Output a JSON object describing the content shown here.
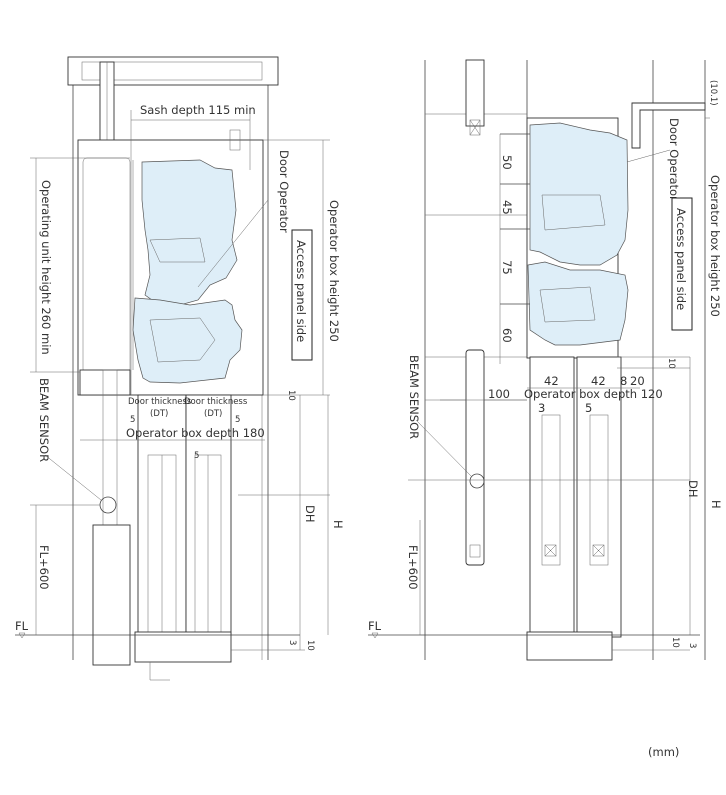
{
  "units": "(mm)",
  "left_drawing": {
    "sash_depth": "Sash depth 115 min",
    "door_operator": "Door Operator",
    "operating_unit_height": "Operating unit height 260 min",
    "operator_box_height": "Operator box height 250",
    "access_panel_side": "Access panel side",
    "dim_10_top": "10",
    "door_thickness_1": "Door thickness",
    "door_thickness_2": "Door thickness",
    "dt_1": "(DT)",
    "dt_2": "(DT)",
    "gap_left": "5",
    "gap_right": "5",
    "operator_box_depth": "Operator box depth 180",
    "gap_center": "5",
    "beam_sensor": "BEAM SENSOR",
    "dh": "DH",
    "h": "H",
    "fl600": "FL+600",
    "fl": "FL",
    "dim_3": "3",
    "dim_10_bottom": "10"
  },
  "right_drawing": {
    "offset": "(10.1)",
    "door_operator": "Door Operator",
    "operator_box_height": "Operator box height 250",
    "access_panel_side": "Access panel side",
    "screw_spacing": [
      "50",
      "45",
      "75",
      "60"
    ],
    "dim_10_top": "10",
    "door_1": "42",
    "door_2": "42",
    "gap_8": "8",
    "gap_20": "20",
    "dim_100": "100",
    "operator_box_depth": "Operator box depth 120",
    "gap_3": "3",
    "gap_5": "5",
    "beam_sensor": "BEAM SENSOR",
    "dh": "DH",
    "h": "H",
    "fl600": "FL+600",
    "fl": "FL",
    "dim_10_bottom": "10",
    "dim_3": "3"
  },
  "colors": {
    "operator_fill": "#deeef8",
    "line": "#444444"
  }
}
